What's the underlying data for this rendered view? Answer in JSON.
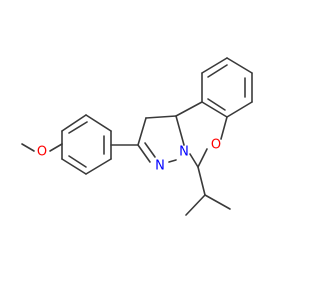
{
  "molecule": {
    "atoms": {
      "oxygen_methoxy": {
        "symbol": "O",
        "color": "#ff0000"
      },
      "oxygen_ring": {
        "symbol": "O",
        "color": "#ff0000"
      },
      "nitrogen_imine": {
        "symbol": "N",
        "color": "#0000ff"
      },
      "nitrogen_ring": {
        "symbol": "N",
        "color": "#0000ff"
      }
    },
    "bond_color": "#3a3a3a",
    "background": "#ffffff"
  }
}
